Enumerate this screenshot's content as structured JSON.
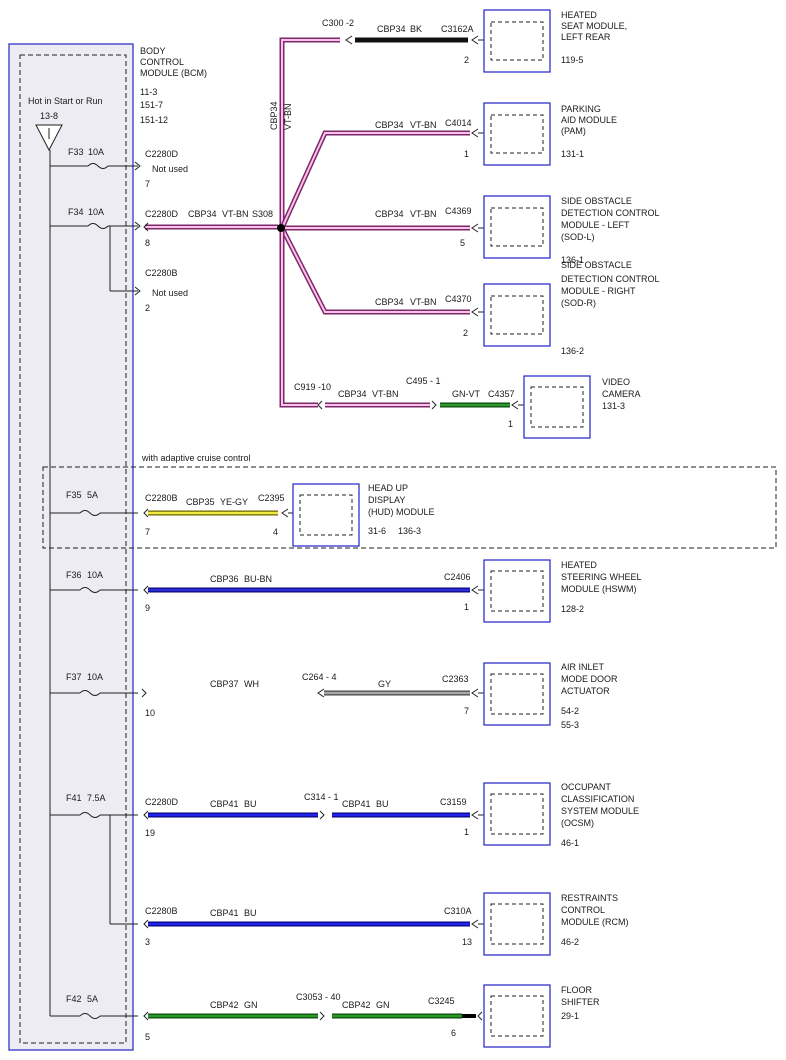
{
  "bcm": {
    "name": [
      "BODY",
      "CONTROL",
      "MODULE (BCM)"
    ],
    "refs": [
      "11-3",
      "151-7",
      "151-12"
    ],
    "power": "Hot in Start or Run",
    "power_ref": "13-8"
  },
  "colors": {
    "vt_bn": "#d45bb0",
    "bk": "#111111",
    "gn_vt": "#1e7d1e",
    "ye_gy": "#e8e23a",
    "bu_bn": "#1a1ad9",
    "gy": "#8a8a8a",
    "bu": "#1414ee",
    "gn": "#1d8a1d",
    "box_border": "#3333cc",
    "bcm_fill": "#ececf2"
  },
  "fuses": {
    "f33": {
      "label": "F33",
      "rating": "10A"
    },
    "f34": {
      "label": "F34",
      "rating": "10A"
    },
    "f35": {
      "label": "F35",
      "rating": "5A"
    },
    "f36": {
      "label": "F36",
      "rating": "10A"
    },
    "f37": {
      "label": "F37",
      "rating": "10A"
    },
    "f41": {
      "label": "F41",
      "rating": "7.5A"
    },
    "f42": {
      "label": "F42",
      "rating": "5A"
    }
  },
  "bcm_pins": {
    "f33": {
      "connector": "C2280D",
      "pin": "7",
      "note": "Not used"
    },
    "f34": {
      "connector": "C2280D",
      "pin": "8"
    },
    "f34b": {
      "connector": "C2280B",
      "pin": "2",
      "note": "Not used"
    },
    "f35": {
      "connector": "C2280B",
      "pin": "7"
    },
    "f36": {
      "pin": "9"
    },
    "f37": {
      "pin": "10"
    },
    "f41": {
      "connector": "C2280D",
      "pin": "19"
    },
    "f41b": {
      "connector": "C2280B",
      "pin": "3"
    },
    "f42": {
      "pin": "5"
    }
  },
  "splice": {
    "circuit": "CBP34",
    "color": "VT-BN",
    "name": "S308",
    "vertical_circuit": "CBP34",
    "vertical_color": "VT-BN"
  },
  "modules": {
    "heated_seat": {
      "name": [
        "HEATED",
        "SEAT MODULE,",
        "LEFT REAR"
      ],
      "ref": "119-5",
      "pin": "2",
      "connector": "C3162A",
      "inline": "C300 -2",
      "circuit": "CBP34",
      "color": "BK"
    },
    "pam": {
      "name": [
        "PARKING",
        "AID MODULE",
        "(PAM)"
      ],
      "ref": "131-1",
      "pin": "1",
      "connector": "C4014",
      "circuit": "CBP34",
      "color": "VT-BN"
    },
    "sod_l": {
      "name": [
        "SIDE OBSTACLE",
        "DETECTION CONTROL",
        "MODULE - LEFT",
        "(SOD-L)"
      ],
      "ref": "136-1",
      "pin": "5",
      "connector": "C4369",
      "circuit": "CBP34",
      "color": "VT-BN"
    },
    "sod_r": {
      "name": [
        "SIDE OBSTACLE",
        "DETECTION CONTROL",
        "MODULE - RIGHT",
        "(SOD-R)"
      ],
      "ref": "136-2",
      "pin": "2",
      "connector": "C4370",
      "circuit": "CBP34",
      "color": "VT-BN"
    },
    "camera": {
      "name": [
        "VIDEO",
        "CAMERA"
      ],
      "ref": "131-3",
      "pin": "1",
      "connector": "C4357",
      "inline1": "C919 -10",
      "inline2": "C495 - 1",
      "circuit": "CBP34",
      "color": "VT-BN",
      "color2": "GN-VT"
    },
    "hud": {
      "option": "with adaptive cruise control",
      "name": [
        "HEAD UP",
        "DISPLAY",
        "(HUD) MODULE"
      ],
      "ref": "31-6",
      "ref2": "136-3",
      "pin": "4",
      "connector": "C2395",
      "circuit": "CBP35",
      "color": "YE-GY"
    },
    "hswm": {
      "name": [
        "HEATED",
        "STEERING WHEEL",
        "MODULE (HSWM)"
      ],
      "ref": "128-2",
      "pin": "1",
      "connector": "C2406",
      "circuit": "CBP36",
      "color": "BU-BN"
    },
    "air_inlet": {
      "name": [
        "AIR INLET",
        "MODE DOOR",
        "ACTUATOR"
      ],
      "ref": "54-2",
      "ref2": "55-3",
      "pin": "7",
      "connector": "C2363",
      "inline": "C264 - 4",
      "circuit": "CBP37",
      "color": "WH",
      "color2": "GY"
    },
    "ocsm": {
      "name": [
        "OCCUPANT",
        "CLASSIFICATION",
        "SYSTEM MODULE",
        "(OCSM)"
      ],
      "ref": "46-1",
      "pin": "1",
      "connector": "C3159",
      "inline": "C314 - 1",
      "circuit": "CBP41",
      "color": "BU"
    },
    "rcm": {
      "name": [
        "RESTRAINTS",
        "CONTROL",
        "MODULE (RCM)"
      ],
      "ref": "46-2",
      "pin": "13",
      "connector": "C310A",
      "circuit": "CBP41",
      "color": "BU"
    },
    "shifter": {
      "name": [
        "FLOOR",
        "SHIFTER"
      ],
      "ref": "29-1",
      "pin": "6",
      "connector": "C3245",
      "inline": "C3053 - 40",
      "circuit": "CBP42",
      "color": "GN"
    }
  }
}
